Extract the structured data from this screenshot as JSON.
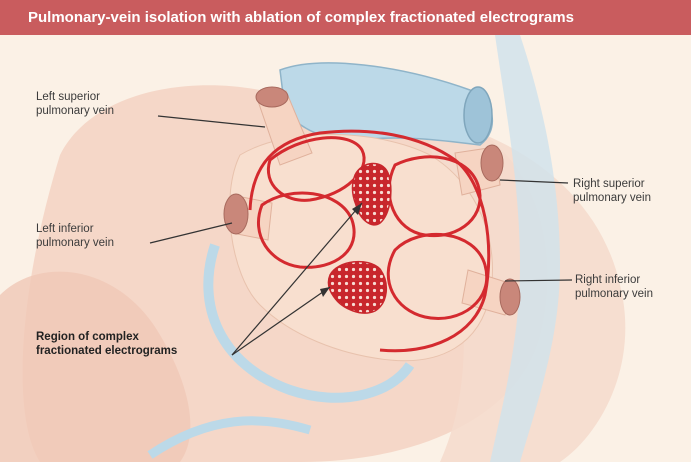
{
  "title": "Pulmonary-vein isolation with ablation of complex fractionated electrograms",
  "labels": {
    "left_superior": [
      "Left superior",
      "pulmonary vein"
    ],
    "left_inferior": [
      "Left inferior",
      "pulmonary vein"
    ],
    "right_superior": [
      "Right superior",
      "pulmonary vein"
    ],
    "right_inferior": [
      "Right inferior",
      "pulmonary vein"
    ],
    "cfe_region": [
      "Region of complex",
      "fractionated electrograms"
    ]
  },
  "colors": {
    "title_bar": "#c95c5e",
    "background": "#fbf1e6",
    "atrium": "#f6d9c6",
    "vessel": "#bcd9e8",
    "ablation_line": "#d42a2f"
  }
}
